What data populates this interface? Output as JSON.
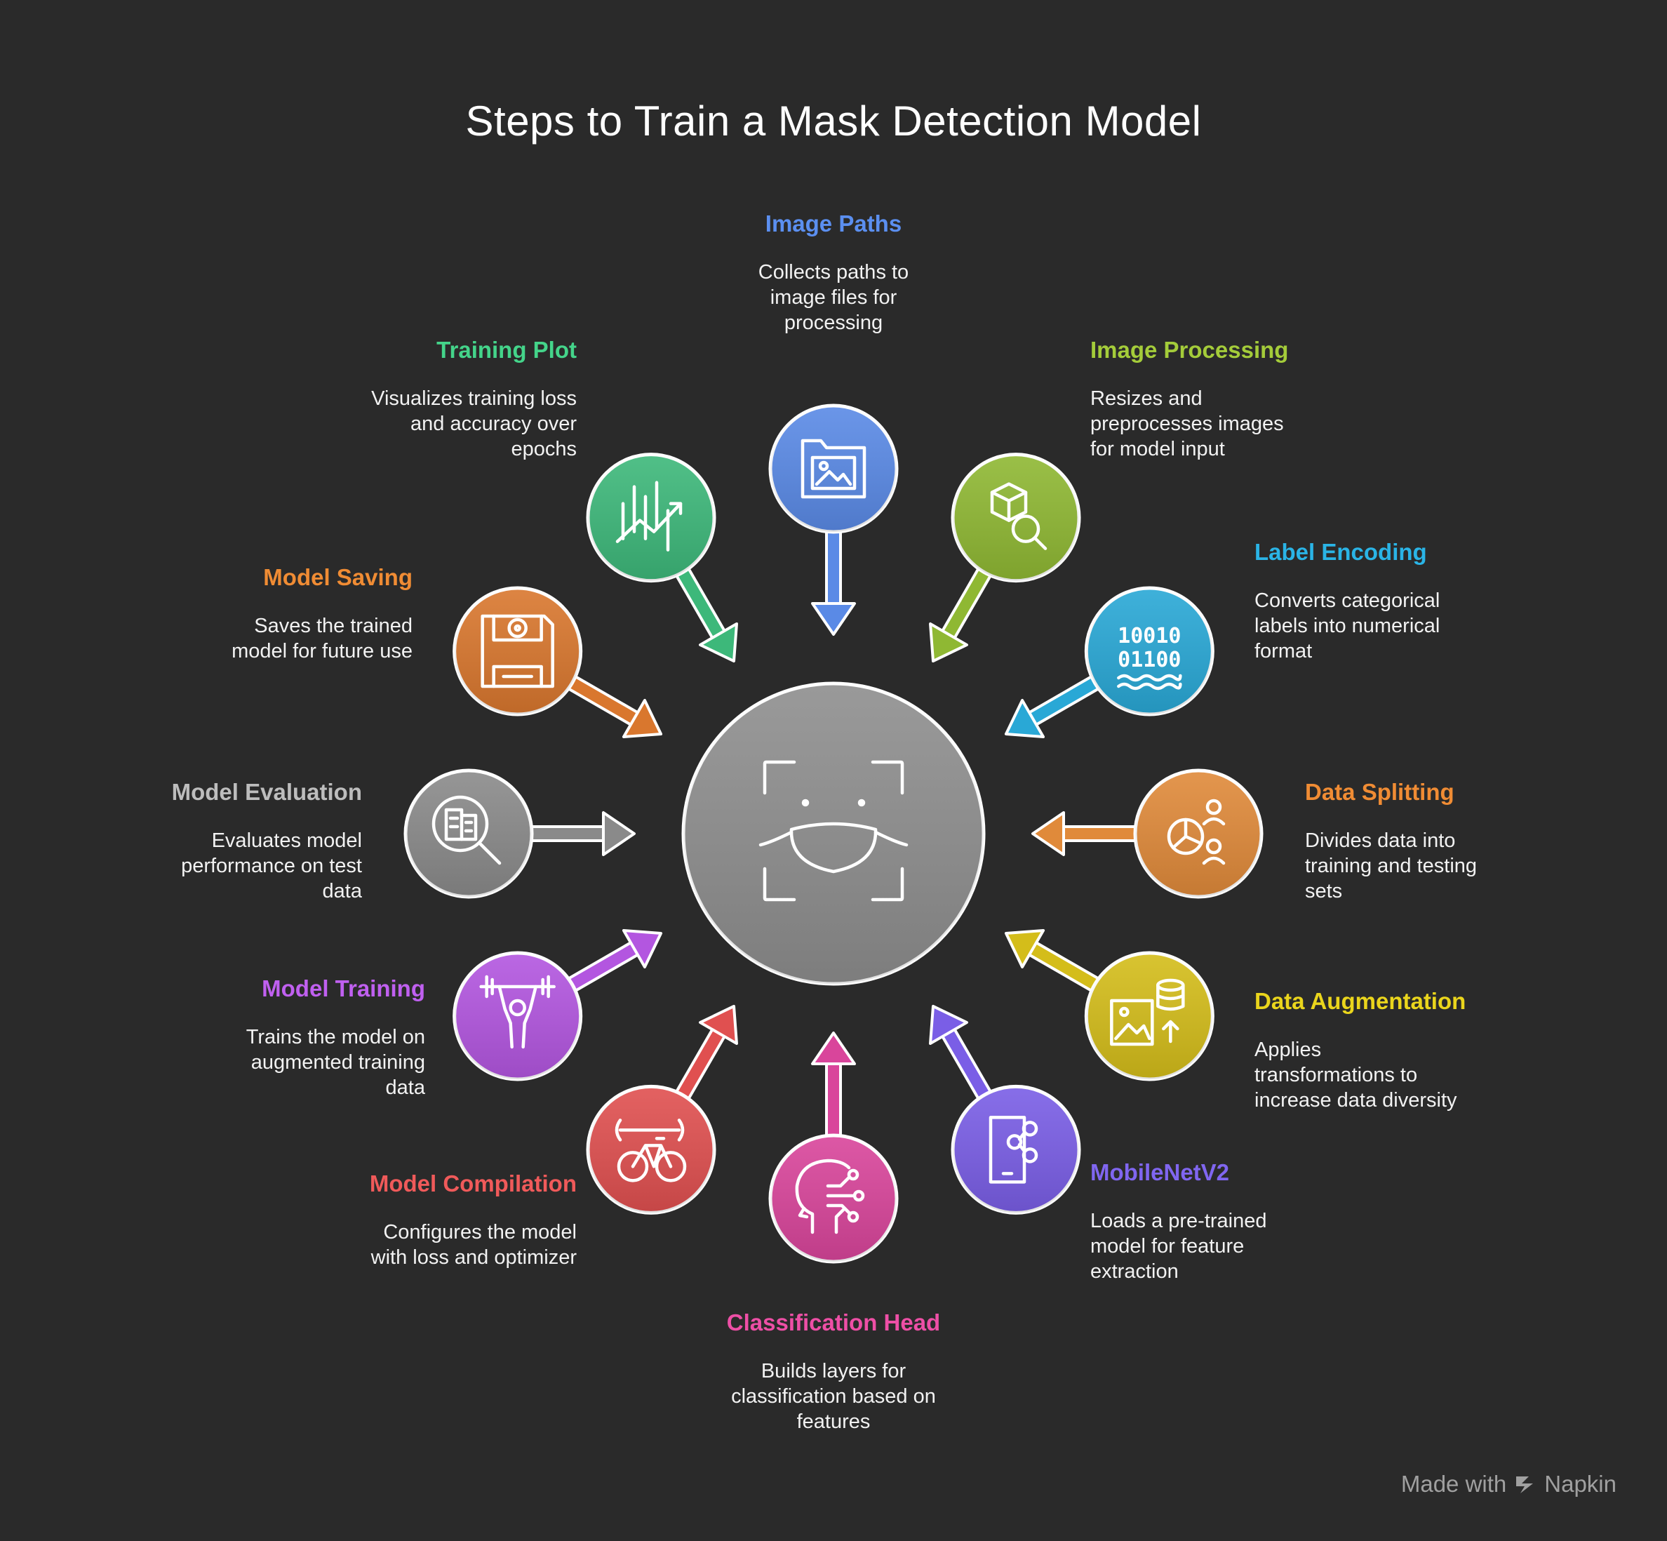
{
  "title": "Steps to Train a Mask Detection Model",
  "center": {
    "icon": "face-mask-icon",
    "color": "#8e8e8e"
  },
  "steps": [
    {
      "title": "Image Paths",
      "desc": "Collects paths to\nimage files for\nprocessing",
      "color": "#5a8ae6",
      "icon": "image-folder-icon"
    },
    {
      "title": "Image Processing",
      "desc": "Resizes and\npreprocesses images\nfor model input",
      "color": "#8fb833",
      "icon": "cube-search-icon"
    },
    {
      "title": "Label Encoding",
      "desc": "Converts categorical\nlabels into numerical\nformat",
      "color": "#29a8d6",
      "icon": "binary-code-icon",
      "icon_text": [
        "10010",
        "01100"
      ]
    },
    {
      "title": "Data Splitting",
      "desc": "Divides data into\ntraining and testing\nsets",
      "color": "#e08a3a",
      "icon": "pie-chart-people-icon"
    },
    {
      "title": "Data Augmentation",
      "desc": "Applies\ntransformations to\nincrease data diversity",
      "color": "#d4bd1a",
      "icon": "image-database-icon"
    },
    {
      "title": "MobileNetV2",
      "desc": "Loads a pre-trained\nmodel for feature\nextraction",
      "color": "#7a5ee6",
      "icon": "mobile-share-icon"
    },
    {
      "title": "Classification Head",
      "desc": "Builds layers for\nclassification based on\nfeatures",
      "color": "#d9459b",
      "icon": "head-circuit-icon"
    },
    {
      "title": "Model Compilation",
      "desc": "Configures the model\nwith loss and optimizer",
      "color": "#e05050",
      "icon": "wrench-bike-icon"
    },
    {
      "title": "Model Training",
      "desc": "Trains the model on\naugmented training\ndata",
      "color": "#b356e0",
      "icon": "weightlifter-icon"
    },
    {
      "title": "Model Evaluation",
      "desc": "Evaluates model\nperformance on test\ndata",
      "color": "#8a8a8a",
      "icon": "document-search-icon"
    },
    {
      "title": "Model Saving",
      "desc": "Saves the trained\nmodel for future use",
      "color": "#d9772e",
      "icon": "floppy-disk-icon"
    },
    {
      "title": "Training Plot",
      "desc": "Visualizes training loss\nand accuracy over\nepochs",
      "color": "#3db87a",
      "icon": "trend-chart-icon"
    }
  ],
  "title_colors": {
    "Image Paths": "#5b8ff0",
    "Image Processing": "#a4cc3a",
    "Label Encoding": "#2ab4e6",
    "Data Splitting": "#f08c34",
    "Data Augmentation": "#ead51c",
    "MobileNetV2": "#8066f0",
    "Classification Head": "#ee4fa6",
    "Model Compilation": "#f05a5a",
    "Model Training": "#c060f0",
    "Model Evaluation": "#bdbdbd",
    "Model Saving": "#f08c34",
    "Training Plot": "#44d48a"
  },
  "watermark": {
    "prefix": "Made with",
    "brand": "Napkin"
  }
}
